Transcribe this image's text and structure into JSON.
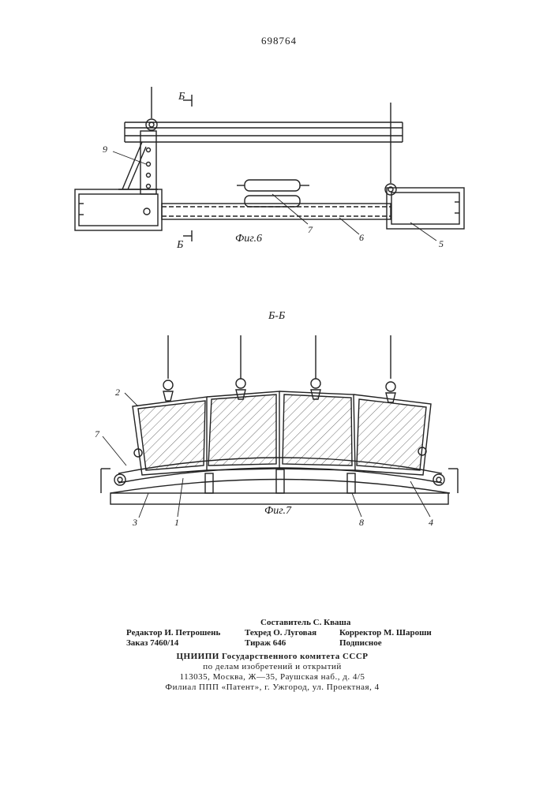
{
  "page_number": "698764",
  "figure6": {
    "label": "Фиг.6",
    "section_marks": [
      "Б",
      "Б"
    ],
    "callouts": {
      "c9": "9",
      "c7": "7",
      "c6": "6",
      "c5": "5"
    }
  },
  "figure7": {
    "section_title": "Б-Б",
    "label": "Фиг.7",
    "callouts": {
      "c2": "2",
      "c7": "7",
      "c3": "3",
      "c1": "1",
      "c8": "8",
      "c4": "4"
    }
  },
  "footer": {
    "row1": {
      "c1": "",
      "c2": "Составитель С. Кваша",
      "c3": ""
    },
    "row2": {
      "c1": "Редактор И. Петрошень",
      "c2": "Техред О. Луговая",
      "c3": "Корректор М. Шароши"
    },
    "row3": {
      "c1": "Заказ 7460/14",
      "c2": "Тираж 646",
      "c3": "Подписное"
    },
    "org": "ЦНИИПИ Государственного комитета СССР",
    "org2": "по делам изобретений и открытий",
    "address": "113035, Москва, Ж—35, Раушская наб., д. 4/5",
    "branch": "Филиал ППП «Патент», г. Ужгород, ул. Проектная, 4"
  }
}
